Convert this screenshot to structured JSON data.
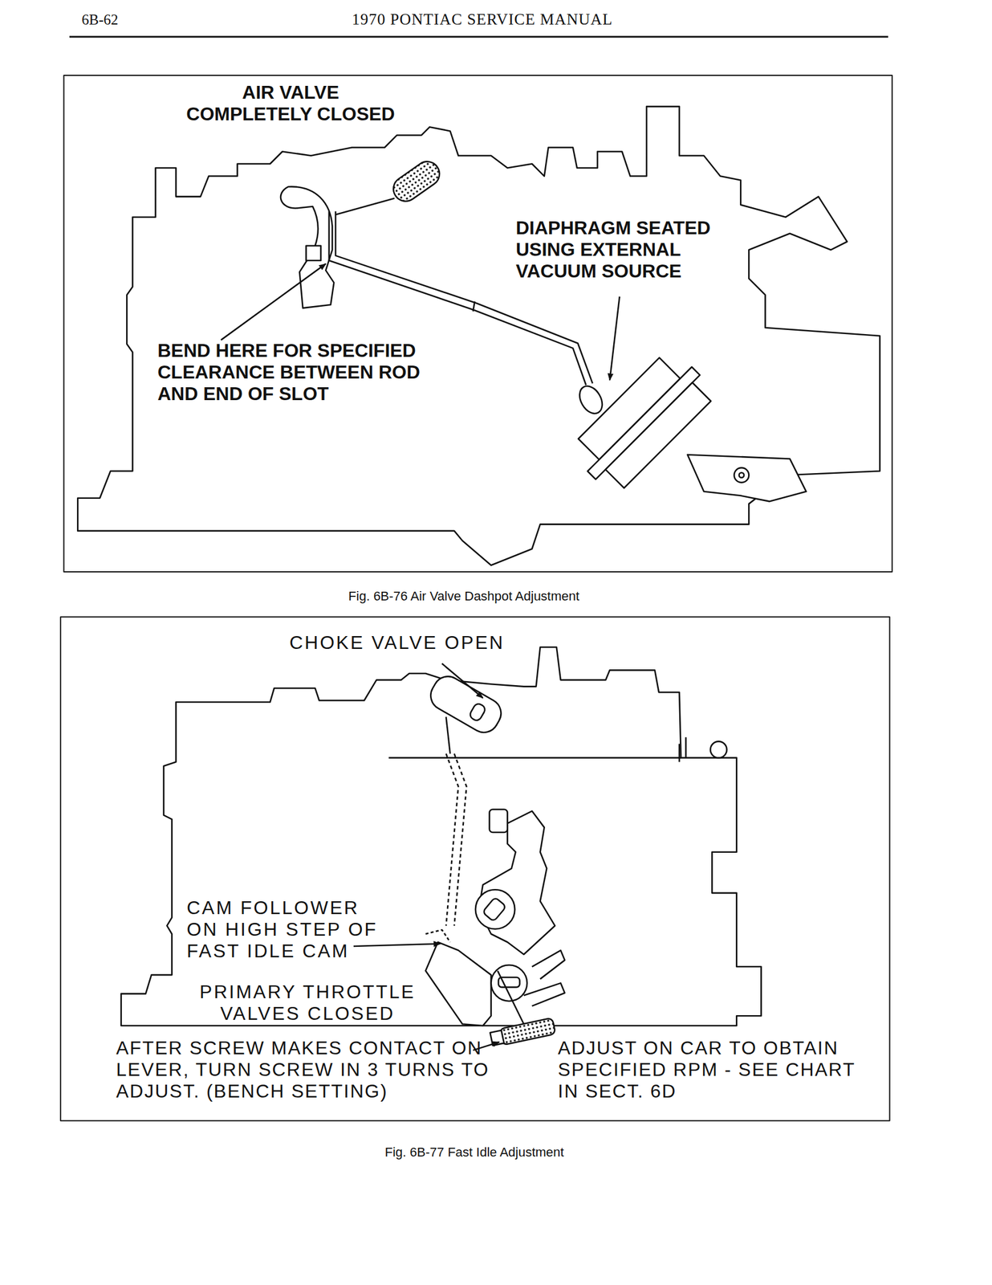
{
  "diagram": {
    "title": "1970 PONTIAC SERVICE MANUAL",
    "labels": [
      "6B-62",
      "AIR VALVE COMPLETELY CLOSED",
      "DIAPHRAGM SEATED USING EXTERNAL VACUUM SOURCE",
      "BEND HERE FOR SPECIFIED CLEARANCE BETWEEN ROD AND END OF SLOT",
      "Fig. 6B-76 Air Valve Dashpot Adjustment",
      "CHOKE VALVE OPEN",
      "CAM FOLLOWER ON HIGH STEP OF FAST IDLE CAM",
      "PRIMARY THROTTLE VALVES CLOSED",
      "AFTER SCREW MAKES CONTACT ON LEVER, TURN SCREW IN 3 TURNS TO ADJUST. (BENCH SETTING)",
      "ADJUST ON CAR TO OBTAIN SPECIFIED RPM - SEE CHART IN SECT. 6D",
      "Fig. 6B-77 Fast Idle Adjustment"
    ]
  }
}
